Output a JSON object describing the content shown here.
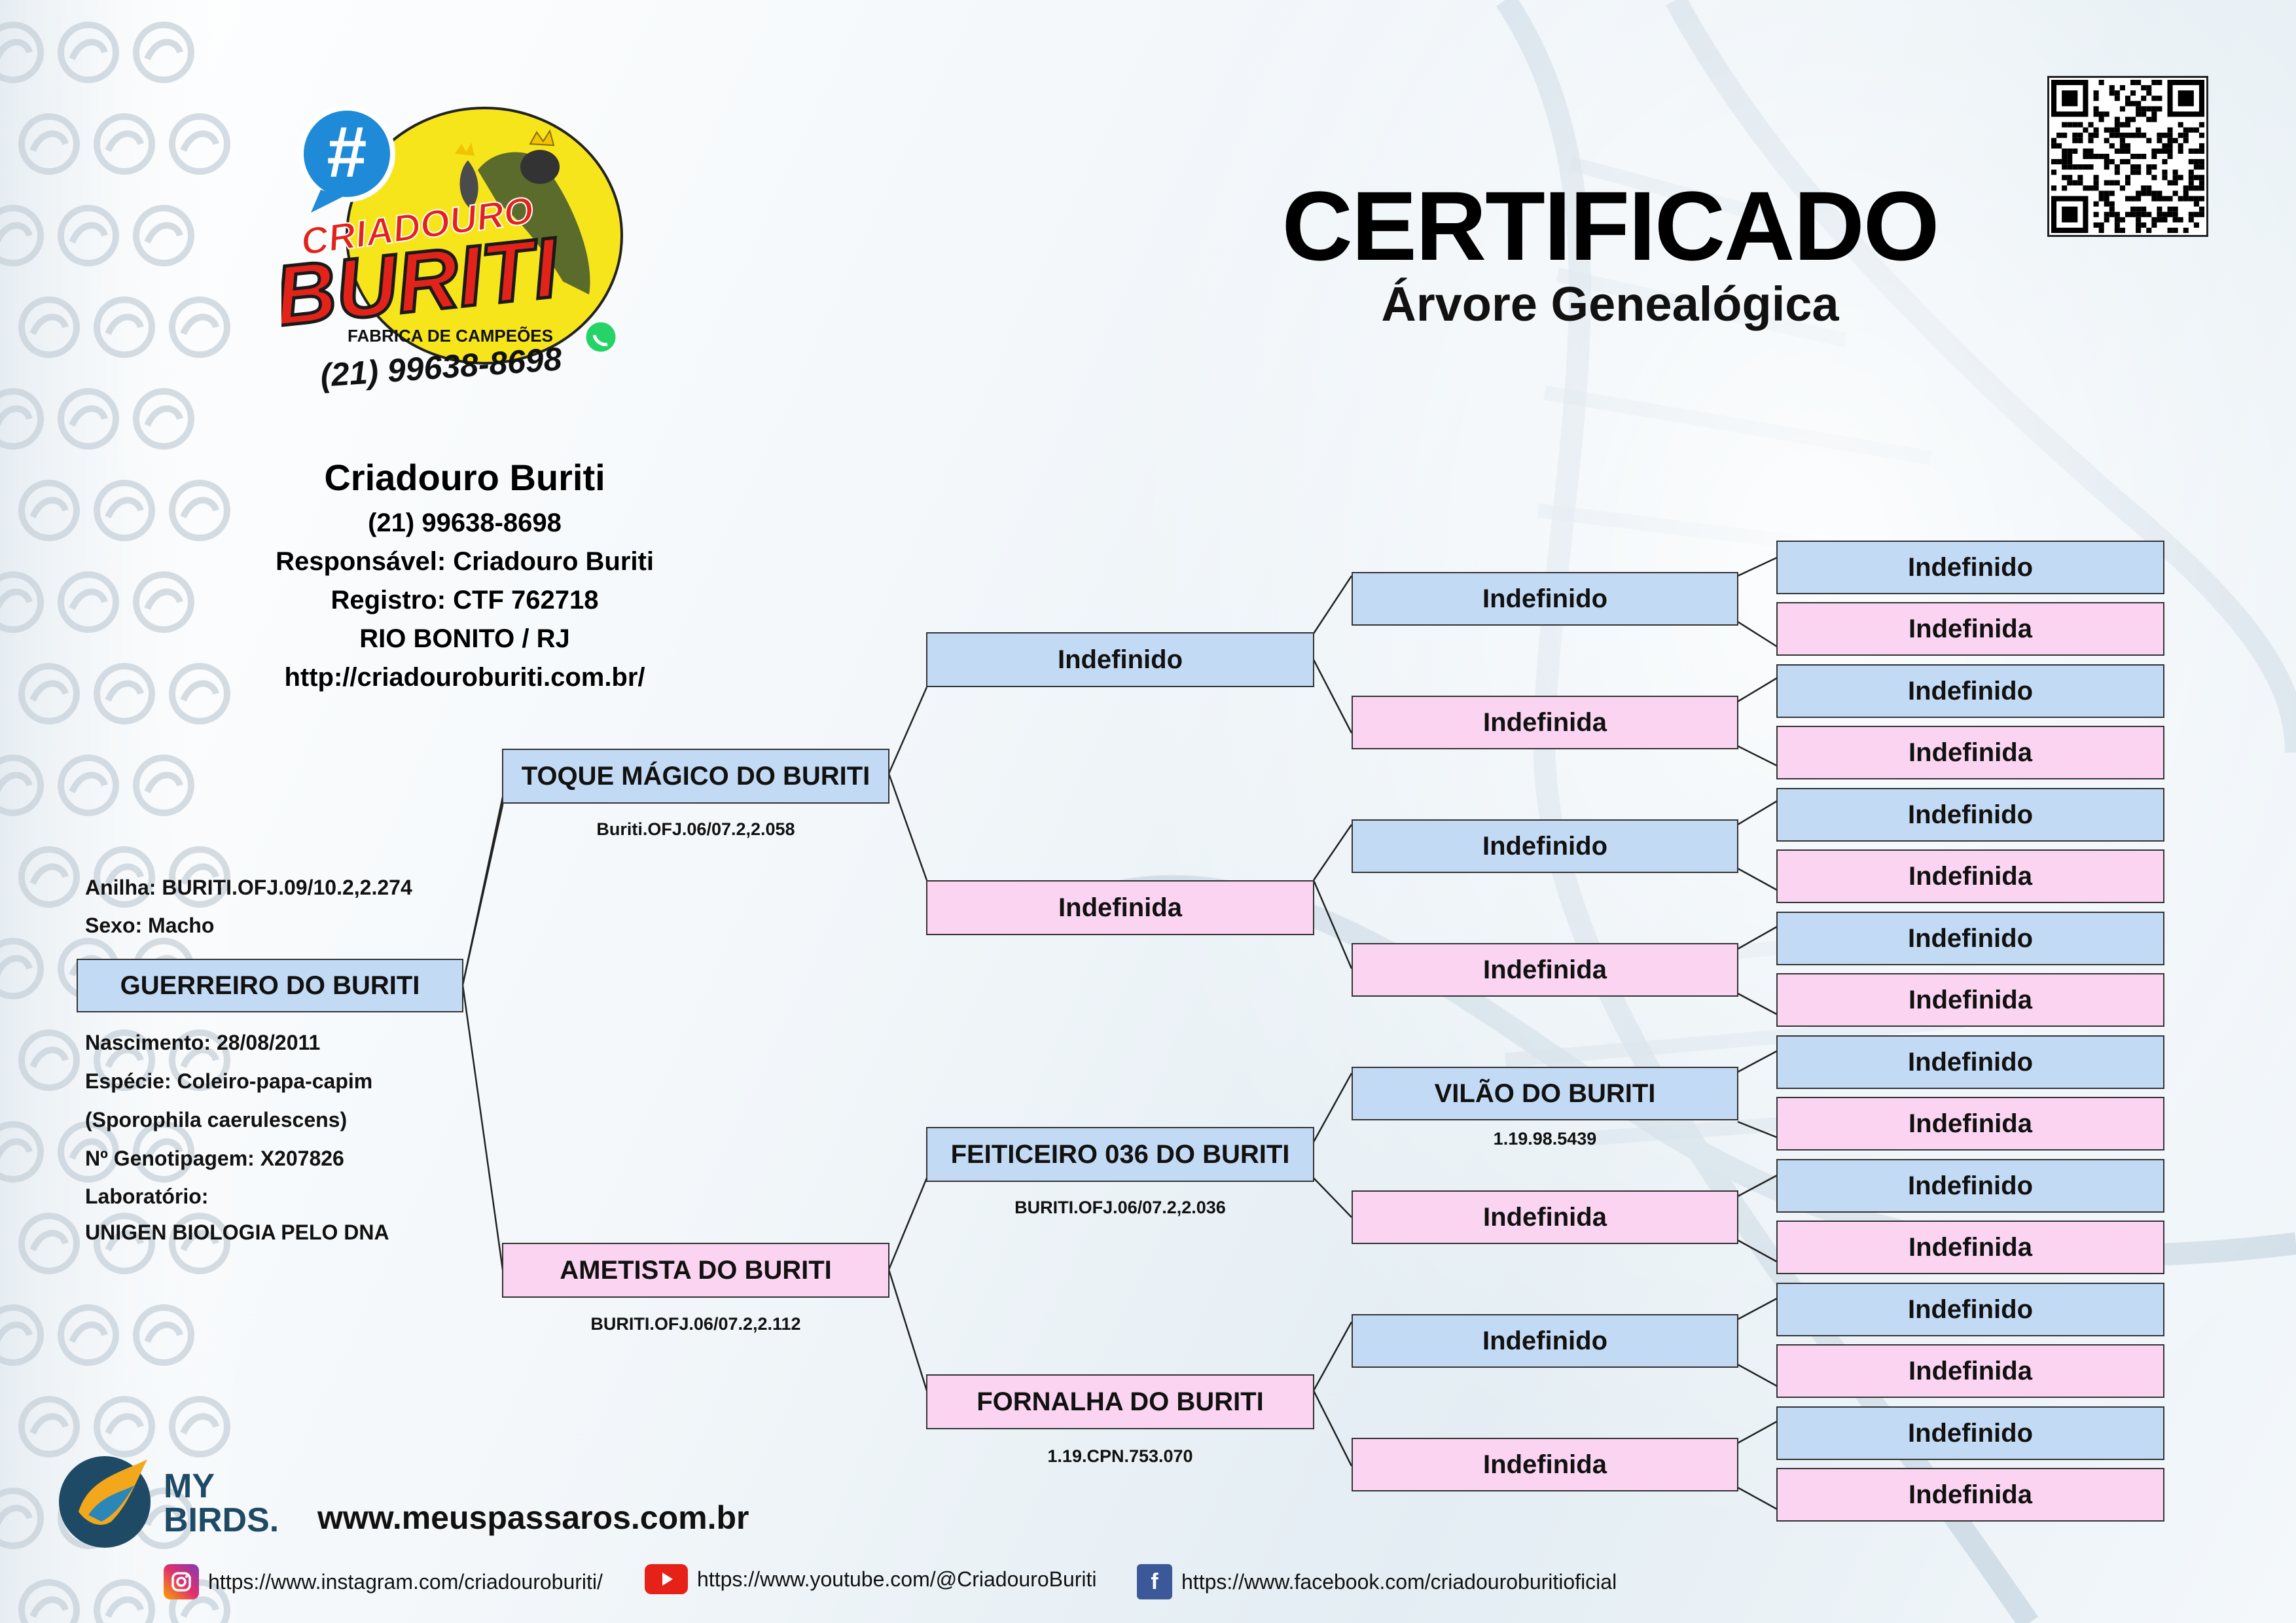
{
  "header": {
    "title": "CERTIFICADO",
    "subtitle": "Árvore Genealógica"
  },
  "logo": {
    "hash": "#",
    "line1": "CRIADOURO",
    "line2": "BURITI",
    "tagline": "FABRICA DE CAMPEÕES",
    "phone": "(21) 99638-8698"
  },
  "breeder": {
    "name": "Criadouro Buriti",
    "phone": "(21) 99638-8698",
    "responsible": "Responsável: Criadouro Buriti",
    "registry": "Registro: CTF 762718",
    "city": "RIO BONITO / RJ",
    "site": "http://criadouroburiti.com.br/"
  },
  "bird": {
    "ring": "Anilha: BURITI.OFJ.09/10.2,2.274",
    "sex": "Sexo: Macho",
    "name": "GUERREIRO DO BURITI",
    "birth": "Nascimento: 28/08/2011",
    "species": "Espécie: Coleiro-papa-capim",
    "species_sci": "(Sporophila caerulescens)",
    "genotyping": "Nº Genotipagem: X207826",
    "lab_label": "Laboratório:",
    "lab": "UNIGEN BIOLOGIA PELO DNA"
  },
  "tree": {
    "g1": [
      {
        "name": "TOQUE MÁGICO DO BURITI",
        "ring": "Buriti.OFJ.06/07.2,2.058"
      },
      {
        "name": "AMETISTA DO BURITI",
        "ring": "BURITI.OFJ.06/07.2,2.112"
      }
    ],
    "g2": [
      {
        "name": "Indefinido",
        "ring": ""
      },
      {
        "name": "Indefinida",
        "ring": ""
      },
      {
        "name": "FEITICEIRO 036 DO BURITI",
        "ring": "BURITI.OFJ.06/07.2,2.036"
      },
      {
        "name": "FORNALHA DO BURITI",
        "ring": "1.19.CPN.753.070"
      }
    ],
    "g3": [
      {
        "name": "Indefinido",
        "ring": ""
      },
      {
        "name": "Indefinida",
        "ring": ""
      },
      {
        "name": "Indefinido",
        "ring": ""
      },
      {
        "name": "Indefinida",
        "ring": ""
      },
      {
        "name": "VILÃO DO BURITI",
        "ring": "1.19.98.5439"
      },
      {
        "name": "Indefinida",
        "ring": ""
      },
      {
        "name": "Indefinido",
        "ring": ""
      },
      {
        "name": "Indefinida",
        "ring": ""
      }
    ],
    "g4": [
      "Indefinido",
      "Indefinida",
      "Indefinido",
      "Indefinida",
      "Indefinido",
      "Indefinida",
      "Indefinido",
      "Indefinida",
      "Indefinido",
      "Indefinida",
      "Indefinido",
      "Indefinida",
      "Indefinido",
      "Indefinida",
      "Indefinido",
      "Indefinida"
    ]
  },
  "footer": {
    "brand_top": "MY",
    "brand_bottom": "BIRDS.",
    "website": "www.meuspassaros.com.br",
    "instagram": "https://www.instagram.com/criadouroburiti/",
    "youtube": "https://www.youtube.com/@CriadouroBuriti",
    "facebook": "https://www.facebook.com/criadouroburitioficial"
  },
  "colors": {
    "male_box": "#c3daf4",
    "female_box": "#fad4f1",
    "logo_yellow": "#f7e51c",
    "logo_red": "#e2231a",
    "hash_blue": "#1e8ad8"
  }
}
